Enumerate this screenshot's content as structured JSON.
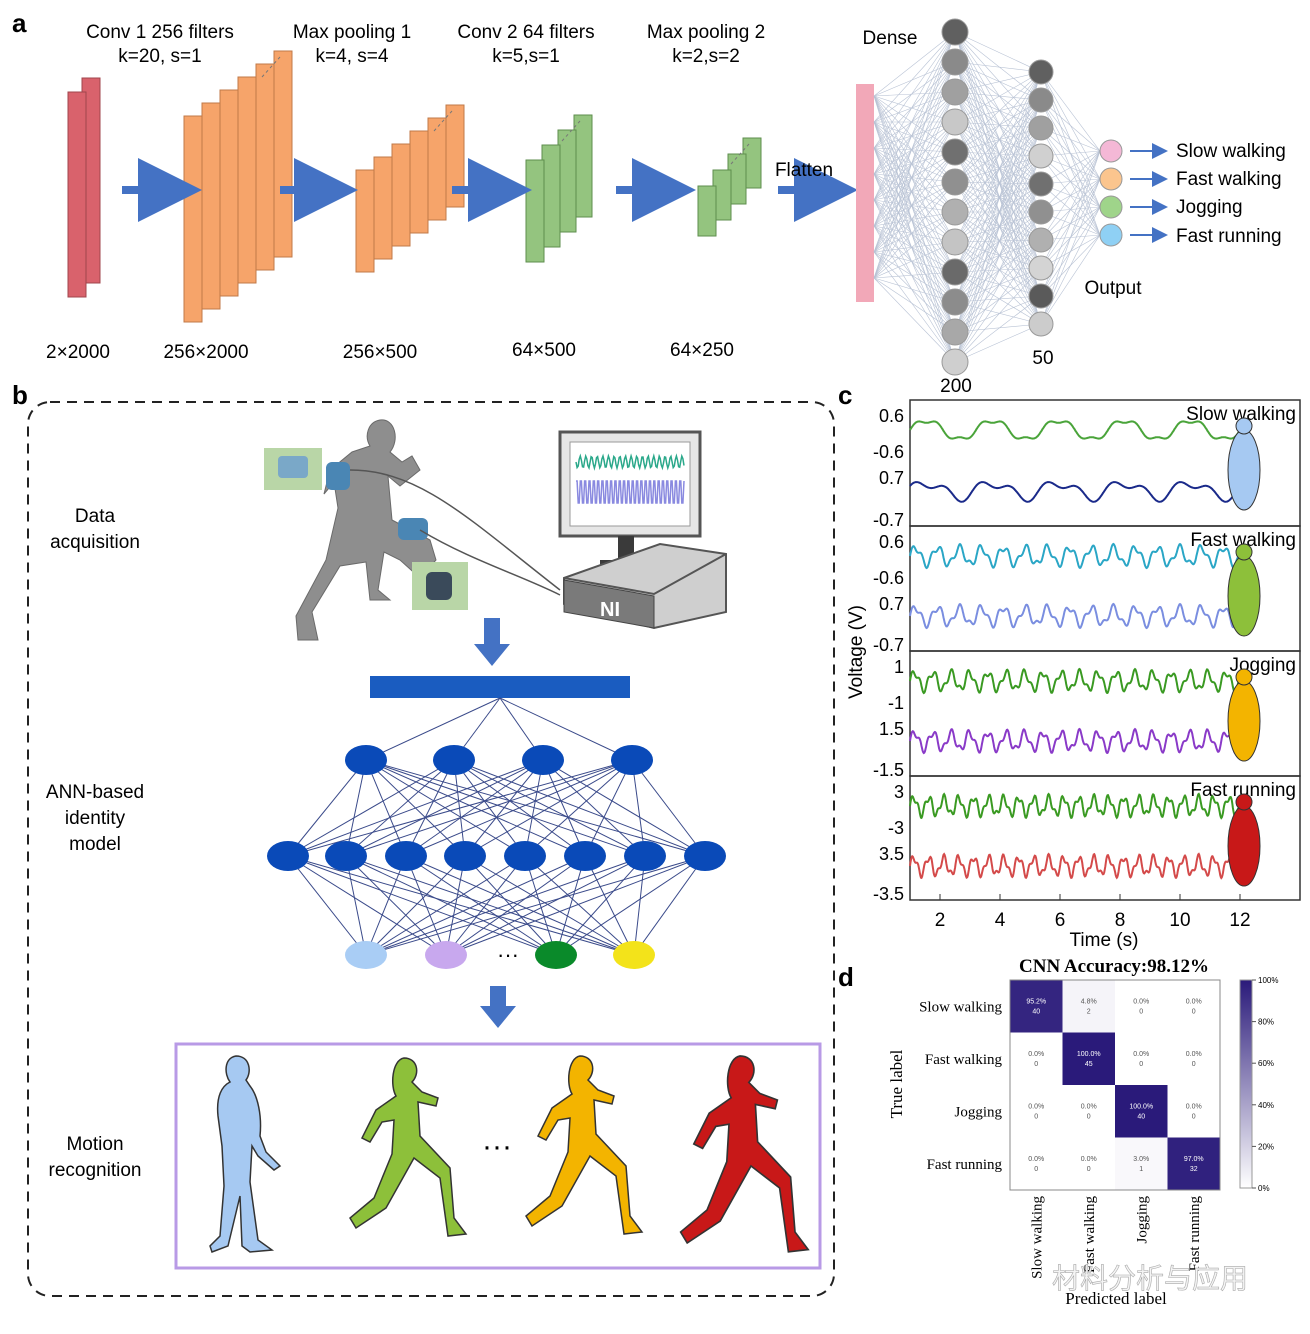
{
  "panel_a": {
    "letter": "a",
    "stages": [
      {
        "title": "Conv 1 256 filters",
        "params": "k=20, s=1"
      },
      {
        "title": "Max pooling 1",
        "params": "k=4, s=4"
      },
      {
        "title": "Conv 2 64 filters",
        "params": "k=5,s=1"
      },
      {
        "title": "Max pooling 2",
        "params": "k=2,s=2"
      }
    ],
    "dims": [
      "2×2000",
      "256×2000",
      "256×500",
      "64×500",
      "64×250"
    ],
    "flatten": "Flatten",
    "dense": "Dense",
    "dense_count": "200",
    "hidden_count": "50",
    "output": "Output",
    "classes": [
      {
        "label": "Slow walking",
        "color": "#f4b8d6"
      },
      {
        "label": "Fast walking",
        "color": "#fbc58e"
      },
      {
        "label": "Jogging",
        "color": "#9fd48a"
      },
      {
        "label": "Fast running",
        "color": "#8fd0f4"
      }
    ],
    "colors": {
      "input": "#d9626c",
      "conv1": "#f6a46a",
      "conv2": "#94c47f",
      "arrow": "#4472c4",
      "dense": "#f2a8b8"
    }
  },
  "panel_b": {
    "letter": "b",
    "rows": {
      "data_acq": [
        "Data",
        "acquisition"
      ],
      "ann": [
        "ANN-based",
        "identity",
        "model"
      ],
      "motion": [
        "Motion",
        "recognition"
      ]
    },
    "device": "NI",
    "ellipsis": "···",
    "output_colors": [
      "#a9cdf5",
      "#c8a8ee",
      "#0a8a2a",
      "#f3e31a"
    ],
    "figure_colors": [
      "#a6c9f2",
      "#8dc03a",
      "#f3b400",
      "#c81818"
    ]
  },
  "panel_c": {
    "letter": "c",
    "ylabel": "Voltage (V)",
    "xlabel": "Time (s)",
    "xticks": [
      "2",
      "4",
      "6",
      "8",
      "10",
      "12"
    ],
    "chart_data": {
      "type": "line",
      "xlim": [
        1,
        14
      ],
      "xlabel": "Time (s)",
      "ylabel": "Voltage (V)",
      "panels": [
        {
          "name": "Slow walking",
          "yticks": [
            "0.6",
            "-0.6",
            "0.7",
            "-0.7"
          ],
          "series": [
            {
              "color": "#4aa43a",
              "periods": 5
            },
            {
              "color": "#1a2a8a",
              "periods": 5
            }
          ]
        },
        {
          "name": "Fast walking",
          "yticks": [
            "0.6",
            "-0.6",
            "0.7",
            "-0.7"
          ],
          "series": [
            {
              "color": "#2aa6c6",
              "periods": 15
            },
            {
              "color": "#7a8ee0",
              "periods": 15
            }
          ]
        },
        {
          "name": "Jogging",
          "yticks": [
            "1",
            "-1",
            "1.5",
            "-1.5"
          ],
          "series": [
            {
              "color": "#3a9a22",
              "periods": 18
            },
            {
              "color": "#8a3ac8",
              "periods": 18
            }
          ]
        },
        {
          "name": "Fast running",
          "yticks": [
            "3",
            "-3",
            "3.5",
            "-3.5"
          ],
          "series": [
            {
              "color": "#3a9a22",
              "periods": 22
            },
            {
              "color": "#d44a4a",
              "periods": 22
            }
          ]
        }
      ]
    }
  },
  "panel_d": {
    "letter": "d",
    "title": "CNN Accuracy:98.12%",
    "ylabel": "True label",
    "xlabel": "Predicted label",
    "labels": [
      "Slow walking",
      "Fast walking",
      "Jogging",
      "Fast running"
    ],
    "cells": [
      [
        {
          "pct": "95.2%",
          "n": "40",
          "v": 0.952
        },
        {
          "pct": "4.8%",
          "n": "2",
          "v": 0.048
        },
        {
          "pct": "0.0%",
          "n": "0",
          "v": 0
        },
        {
          "pct": "0.0%",
          "n": "0",
          "v": 0
        }
      ],
      [
        {
          "pct": "0.0%",
          "n": "0",
          "v": 0
        },
        {
          "pct": "100.0%",
          "n": "45",
          "v": 1
        },
        {
          "pct": "0.0%",
          "n": "0",
          "v": 0
        },
        {
          "pct": "0.0%",
          "n": "0",
          "v": 0
        }
      ],
      [
        {
          "pct": "0.0%",
          "n": "0",
          "v": 0
        },
        {
          "pct": "0.0%",
          "n": "0",
          "v": 0
        },
        {
          "pct": "100.0%",
          "n": "40",
          "v": 1
        },
        {
          "pct": "0.0%",
          "n": "0",
          "v": 0
        }
      ],
      [
        {
          "pct": "0.0%",
          "n": "0",
          "v": 0
        },
        {
          "pct": "0.0%",
          "n": "0",
          "v": 0
        },
        {
          "pct": "3.0%",
          "n": "1",
          "v": 0.03
        },
        {
          "pct": "97.0%",
          "n": "32",
          "v": 0.97
        }
      ]
    ],
    "colorbar_ticks": [
      "100%",
      "80%",
      "60%",
      "40%",
      "20%",
      "0%"
    ],
    "watermark": "材料分析与应用"
  }
}
